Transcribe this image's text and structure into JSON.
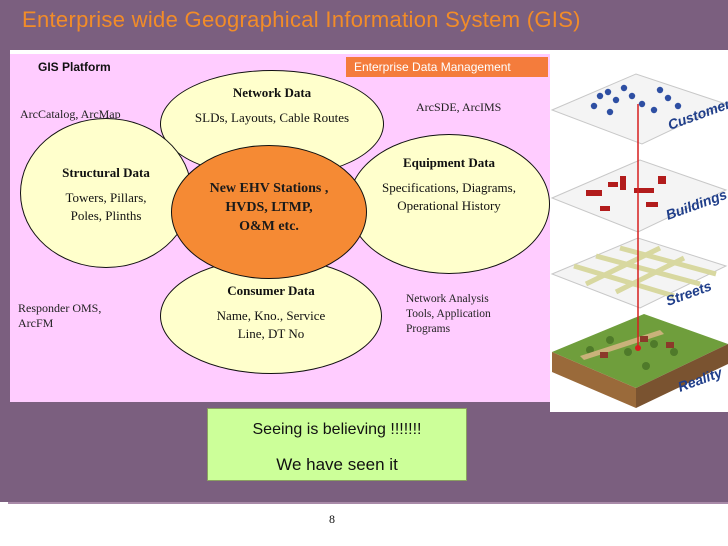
{
  "title": "Enterprise wide Geographical Information System (GIS)",
  "labels": {
    "platform": "GIS Platform",
    "edm": "Enterprise Data Management",
    "arccatalog": "ArcCatalog, ArcMap",
    "arcsde": "ArcSDE, ArcIMS",
    "responder_line1": "Responder OMS,",
    "responder_line2": "ArcFM",
    "netanalysis_line1": "Network Analysis",
    "netanalysis_line2": "Tools, Application",
    "netanalysis_line3": "Programs"
  },
  "ellipses": {
    "network": {
      "head": "Network Data",
      "body": "SLDs, Layouts, Cable Routes"
    },
    "structural": {
      "head": "Structural Data",
      "line1": "Towers, Pillars,",
      "line2": "Poles, Plinths"
    },
    "equipment": {
      "head": "Equipment Data",
      "line1": "Specifications, Diagrams,",
      "line2": "Operational History"
    },
    "consumer": {
      "head": "Consumer Data",
      "line1": "Name, Kno., Service",
      "line2": "Line, DT No"
    },
    "center": {
      "line1": "New EHV Stations ,",
      "line2": "HVDS, LTMP,",
      "line3": "O&M etc."
    }
  },
  "layers": {
    "customers": "Customers",
    "buildings": "Buildings",
    "streets": "Streets",
    "reality": "Reality"
  },
  "callout": {
    "line1": "Seeing is believing !!!!!!!",
    "line2": "We have seen it"
  },
  "page_number": "8",
  "colors": {
    "title_bar": "#7b5f7f",
    "title_text": "#f28c28",
    "pink_area": "#ffccff",
    "ellipse_fill": "#ffffcc",
    "center_fill": "#f58a34",
    "edm_box": "#f47c3c",
    "callout_fill": "#ccff99"
  }
}
